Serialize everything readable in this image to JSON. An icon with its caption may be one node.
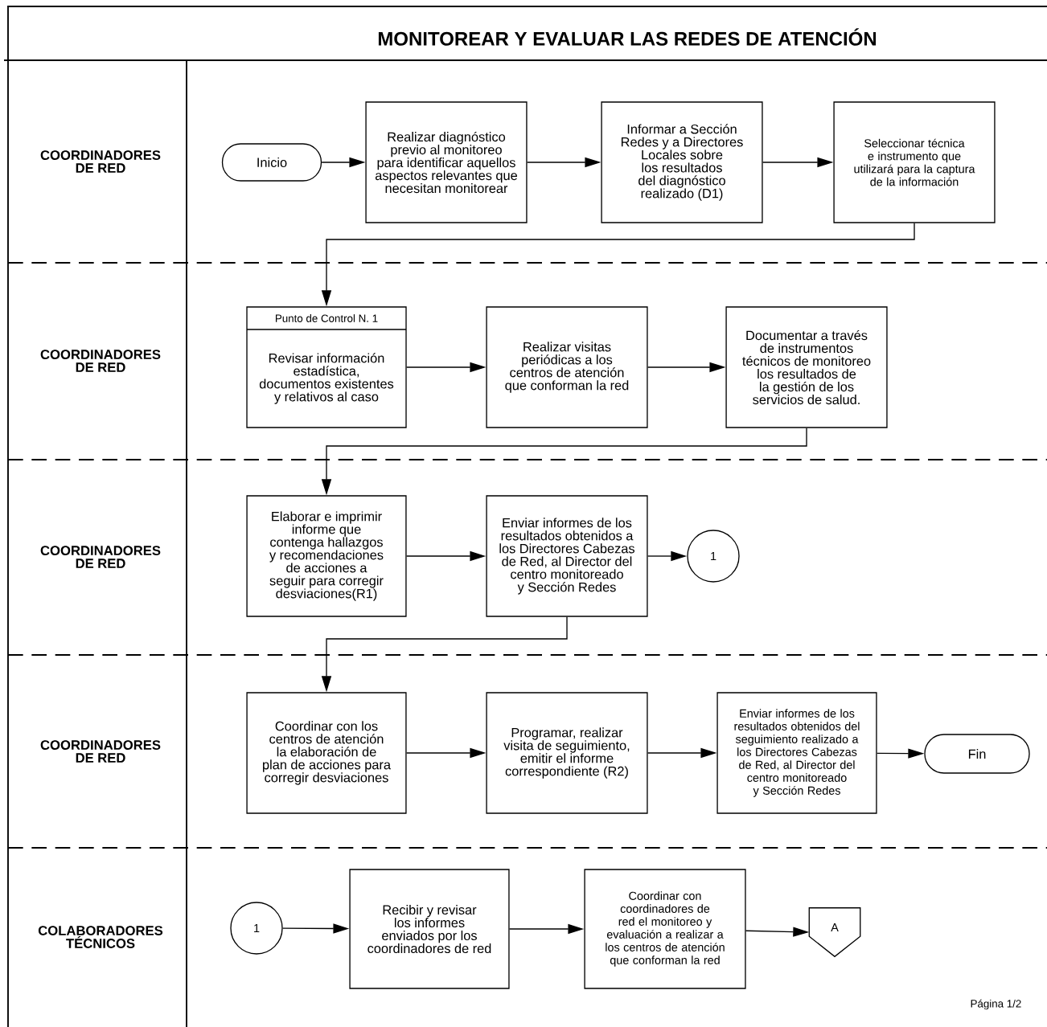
{
  "diagram": {
    "title": "MONITOREAR Y EVALUAR  LAS REDES DE ATENCIÓN",
    "nodes": [
      {
        "text": [
          "Inicio"
        ]
      },
      {
        "text": [
          "Realizar diagnóstico previo al monitoreo para identificar aquellos aspectos relevantes que necesitan monitorear"
        ]
      },
      {
        "text": [
          "Informar a Sección Redes y a Directores Locales sobre los resultados del diagnóstico realizado (D1)"
        ]
      },
      {
        "text": [
          "Seleccionar técnica e instrumento que utilizará para la captura de la información"
        ]
      },
      {
        "text": [
          "Punto de Control N. 1",
          "Revisar información estadística, documentos existentes y relativos al caso"
        ]
      },
      {
        "text": [
          "Realizar visitas periódicas a los centros de atención que conforman la red"
        ]
      },
      {
        "text": [
          "Documentar a través de instrumentos técnicos de monitoreo los resultados de la gestión de los servicios de salud."
        ]
      },
      {
        "text": [
          "Elaborar e imprimir informe que contenga hallazgos y recomendaciones de acciones a seguir para corregir desviaciones(R1)"
        ]
      },
      {
        "text": [
          "Enviar informes de los resultados obtenidos a los Directores Cabezas de Red, al Director del centro monitoreado y Sección Redes"
        ]
      },
      {
        "text": [
          "1"
        ]
      },
      {
        "text": [
          "Coordinar con los centros de atención la elaboración de plan de acciones para corregir desviaciones"
        ]
      },
      {
        "text": [
          "Programar, realizar visita de seguimiento, emitir el informe correspondiente (R2)"
        ]
      },
      {
        "text": [
          "Enviar informes de los resultados obtenidos del seguimiento realizado a los Directores Cabezas de Red, al Director del centro monitoreado y Sección Redes"
        ]
      },
      {
        "text": [
          "Fin"
        ]
      },
      {
        "text": [
          "1"
        ]
      },
      {
        "text": [
          "Recibir y revisar los informes enviados por los coordinadores de red"
        ]
      },
      {
        "text": [
          "Coordinar con coordinadores de red el monitoreo y evaluación a realizar a los centros de atención que conforman la red"
        ]
      },
      {
        "text": [
          "A"
        ]
      }
    ],
    "edges": [
      {
        "from": 0,
        "to": 1,
        "arrow": "to"
      },
      {
        "from": 1,
        "to": 2,
        "arrow": "to"
      },
      {
        "from": 2,
        "to": 3,
        "arrow": "to"
      },
      {
        "from": 3,
        "to": 4,
        "arrow": "to"
      },
      {
        "from": 4,
        "to": 5,
        "arrow": "to"
      },
      {
        "from": 5,
        "to": 6,
        "arrow": "to"
      },
      {
        "from": 6,
        "to": 7,
        "arrow": "to"
      },
      {
        "from": 7,
        "to": 8,
        "arrow": "to"
      },
      {
        "from": 8,
        "to": 9,
        "arrow": "to"
      },
      {
        "from": 8,
        "to": 10,
        "arrow": "to"
      },
      {
        "from": 10,
        "to": 11,
        "arrow": "to"
      },
      {
        "from": 11,
        "to": 12,
        "arrow": "to"
      },
      {
        "from": 12,
        "to": 13,
        "arrow": "to"
      },
      {
        "from": 14,
        "to": 15,
        "arrow": "to"
      },
      {
        "from": 15,
        "to": 16,
        "arrow": "to"
      },
      {
        "from": 16,
        "to": 17,
        "arrow": "to"
      }
    ],
    "labels": [
      "COORDINADORES DE RED",
      "COORDINADORES DE RED",
      "COORDINADORES DE RED",
      "COORDINADORES DE RED",
      "COLABORADORES TÉCNICOS",
      "Página 1/2"
    ]
  }
}
